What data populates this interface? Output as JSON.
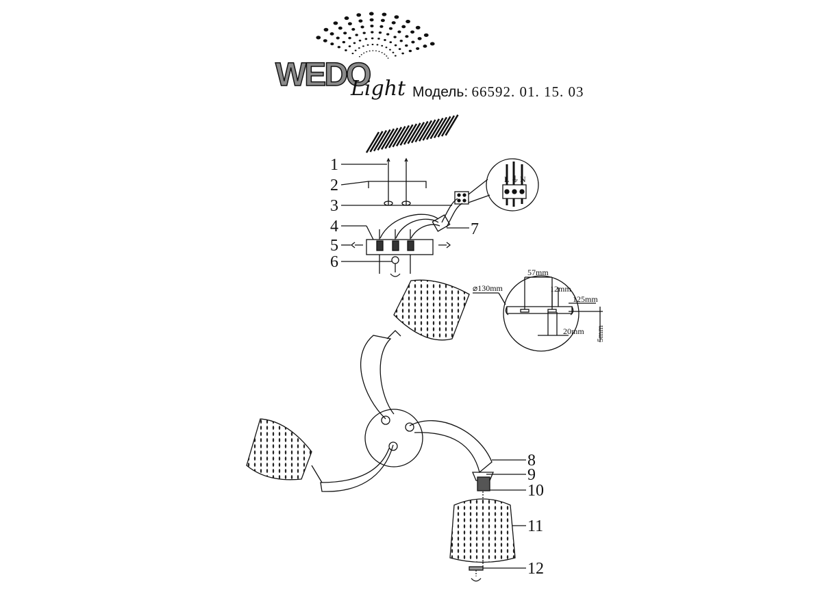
{
  "brand": {
    "logo_text": "WEDO",
    "logo_sub": "Light"
  },
  "model": {
    "label": "Модель:",
    "number": "66592. 01. 15. 03"
  },
  "part_labels": [
    "1",
    "2",
    "3",
    "4",
    "5",
    "6",
    "7",
    "8",
    "9",
    "10",
    "11",
    "12"
  ],
  "detail": {
    "diameter": "⌀130mm",
    "width_57": "57mm",
    "width_12": "12mm",
    "width_125": "125mm",
    "width_20": "20mm",
    "height_5": "5mm"
  },
  "wiring": {
    "terminal_l": "L",
    "terminal_e": "⏚",
    "terminal_n": "N"
  }
}
